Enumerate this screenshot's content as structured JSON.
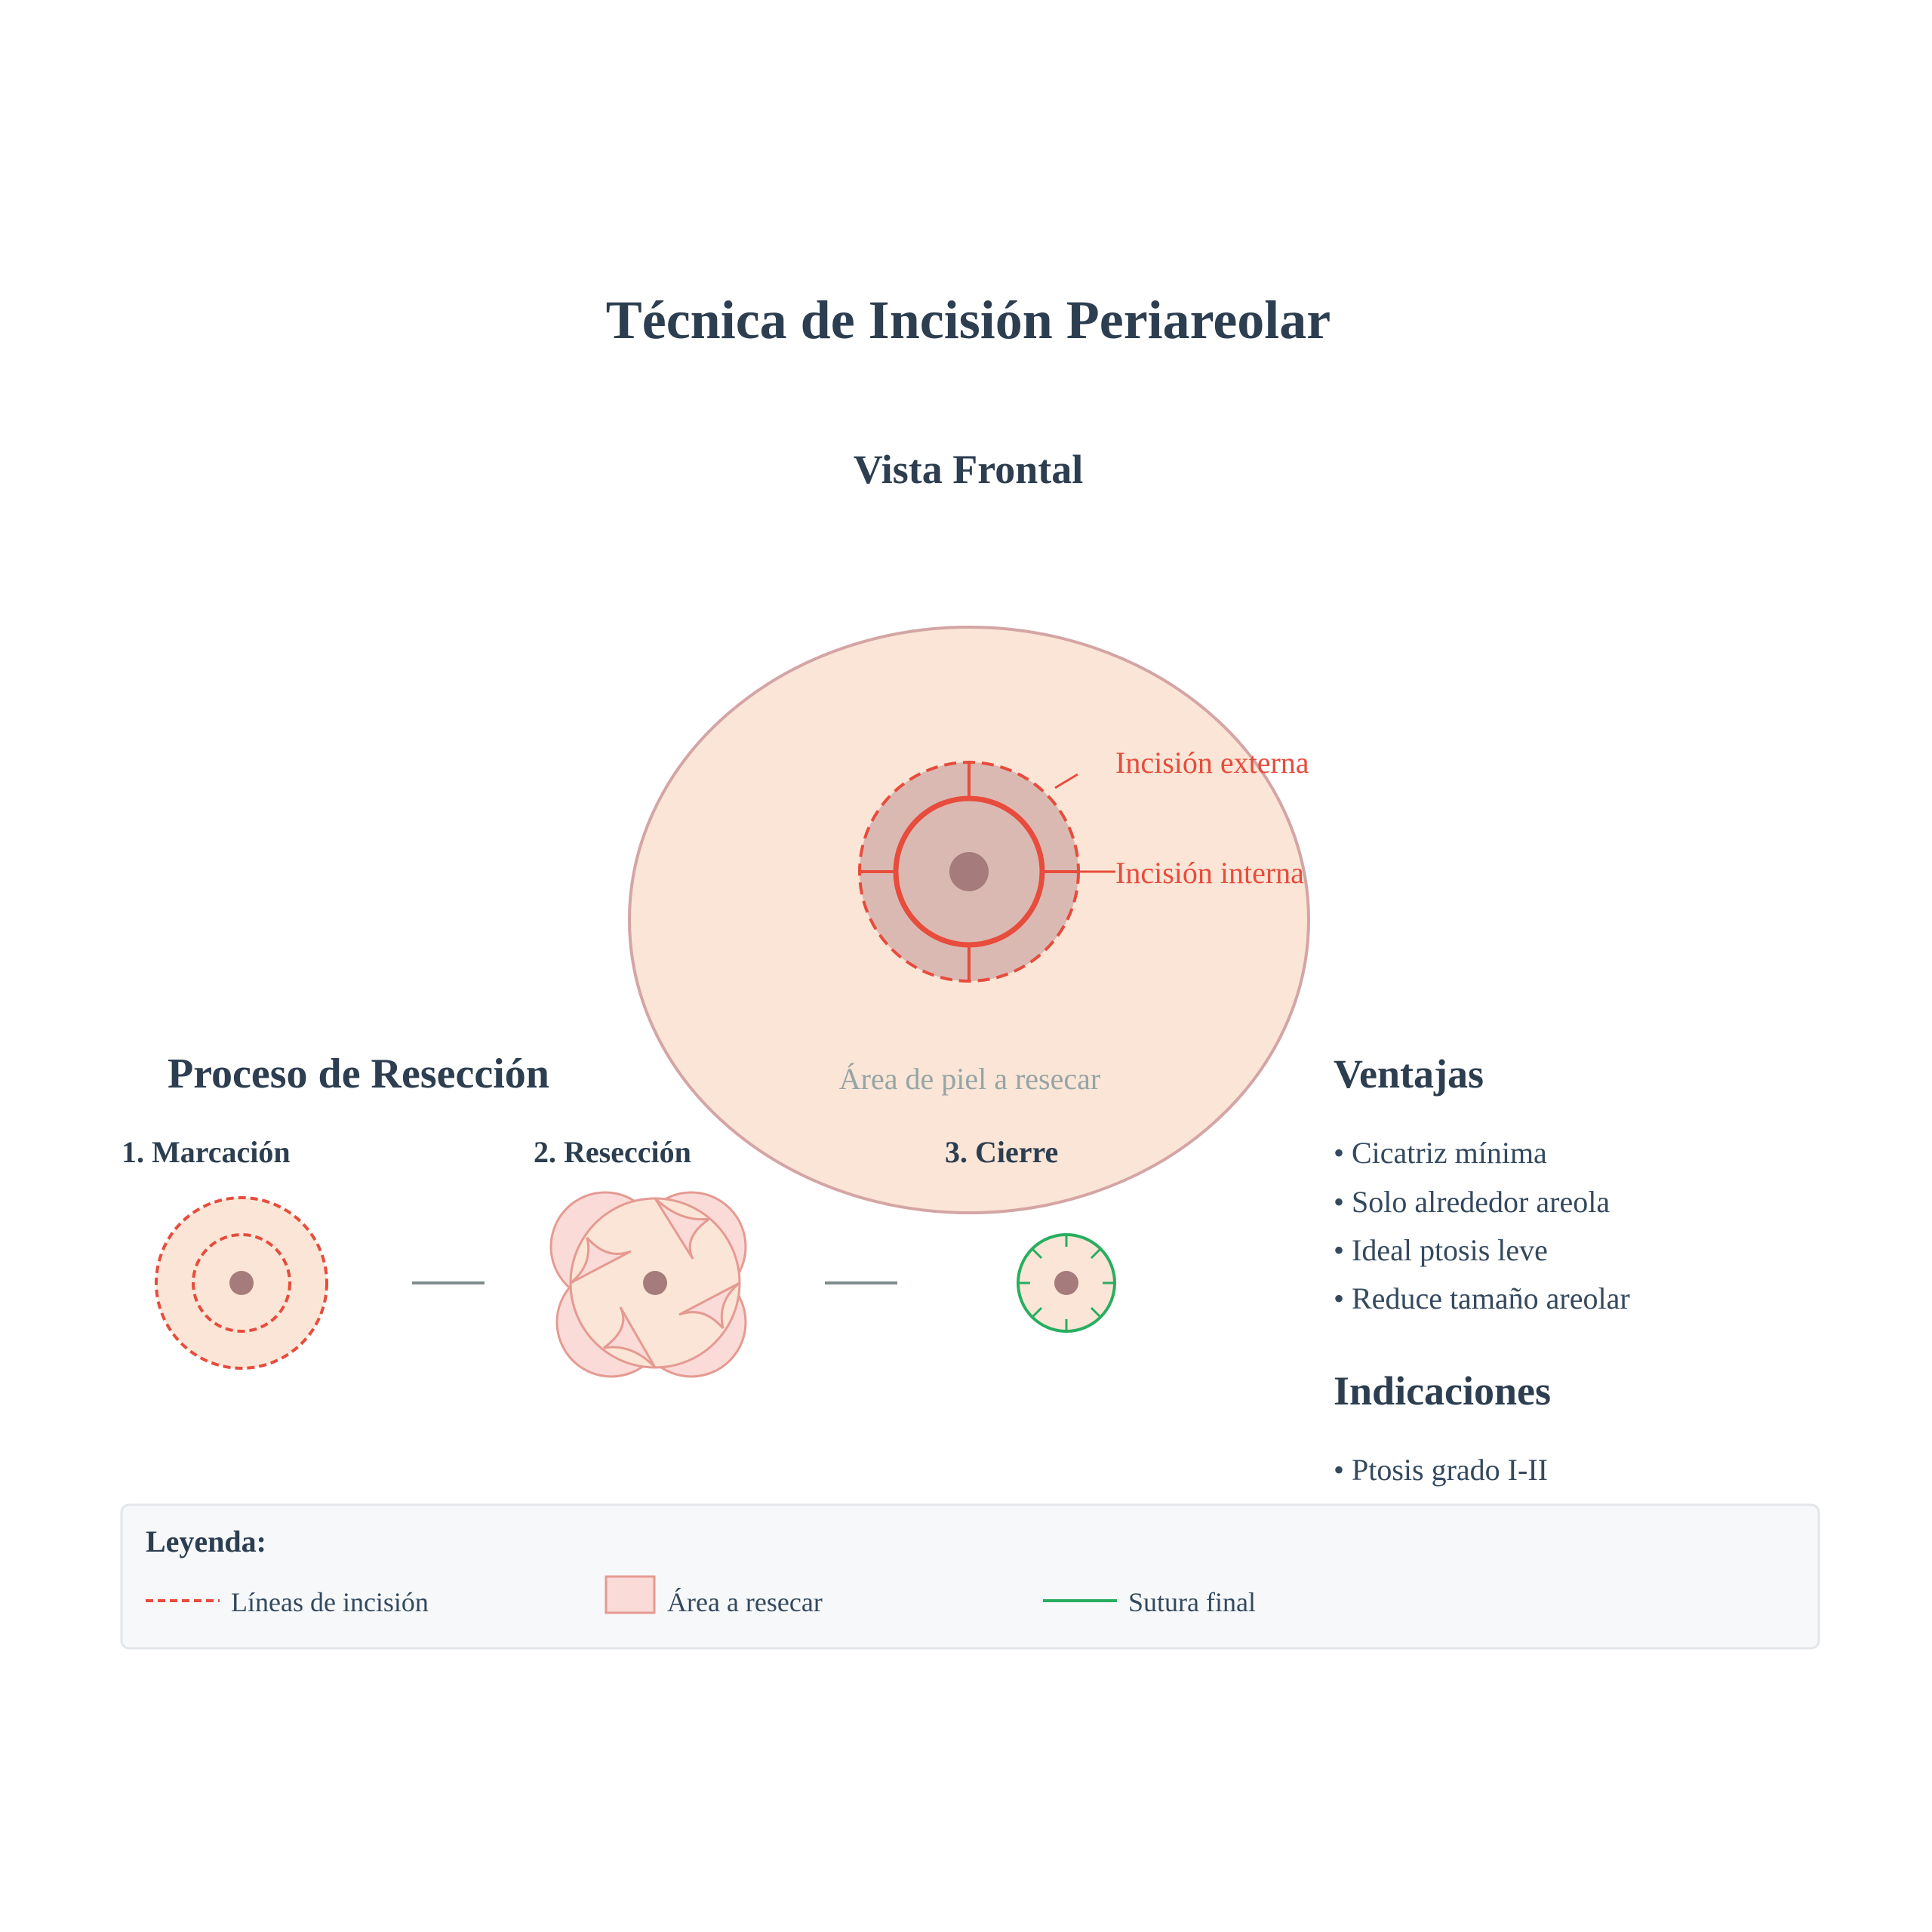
{
  "title": "Técnica de Incisión Periareolar",
  "frontal": {
    "heading": "Vista Frontal",
    "label_outer": "Incisión externa",
    "label_inner": "Incisión interna",
    "label_area": "Área de piel a resecar"
  },
  "process": {
    "heading": "Proceso de Resección",
    "steps": [
      {
        "label": "1. Marcación"
      },
      {
        "label": "2. Resección"
      },
      {
        "label": "3. Cierre"
      }
    ]
  },
  "advantages": {
    "heading": "Ventajas",
    "items": [
      "• Cicatriz mínima",
      "• Solo alrededor areola",
      "• Ideal ptosis leve",
      "• Reduce tamaño areolar"
    ]
  },
  "indications": {
    "heading": "Indicaciones",
    "items": [
      "• Ptosis grado I-II"
    ]
  },
  "legend": {
    "heading": "Leyenda:",
    "items": [
      {
        "label": "Líneas de incisión"
      },
      {
        "label": "Área a resecar"
      },
      {
        "label": "Sutura final"
      }
    ]
  },
  "colors": {
    "skin": "#fbe5d6",
    "skin_stroke": "#d4a5a5",
    "areola": "#dbb9b3",
    "nipple": "#a67b7b",
    "incision": "#e74c3c",
    "suture": "#27ae60",
    "resect_fill": "#fadbd8",
    "text_dark": "#2c3e50",
    "legend_bg": "#f6f8fa"
  }
}
